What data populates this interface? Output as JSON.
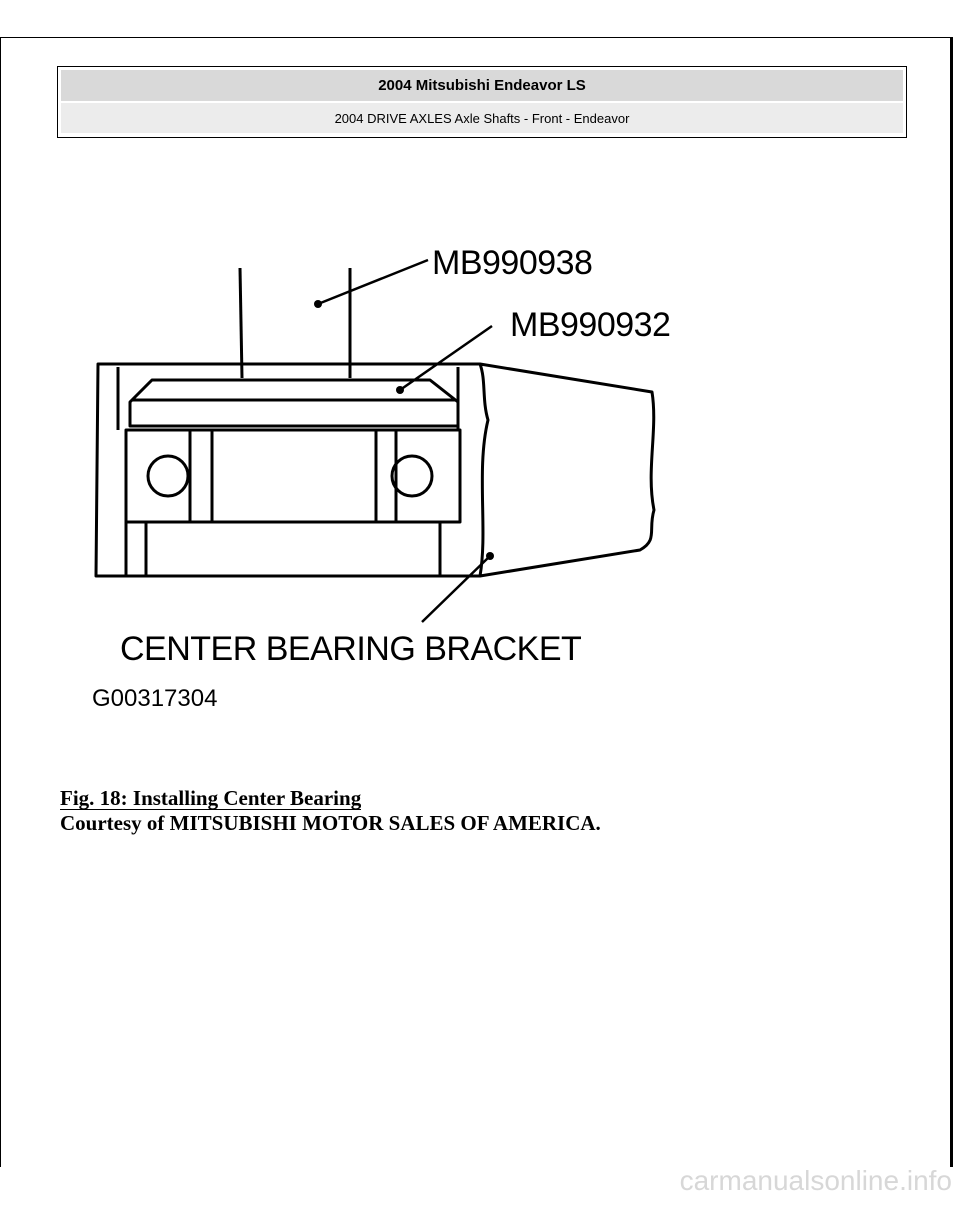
{
  "header": {
    "title": "2004 Mitsubishi Endeavor LS",
    "subtitle": "2004 DRIVE AXLES Axle Shafts - Front - Endeavor"
  },
  "figure": {
    "tool_label_1": "MB990938",
    "tool_label_2": "MB990932",
    "part_label": "CENTER BEARING BRACKET",
    "figure_code": "G00317304"
  },
  "caption": {
    "title": "Fig. 18: Installing Center Bearing",
    "courtesy": "Courtesy of MITSUBISHI MOTOR SALES OF AMERICA."
  },
  "watermark": "carmanualsonline.info"
}
